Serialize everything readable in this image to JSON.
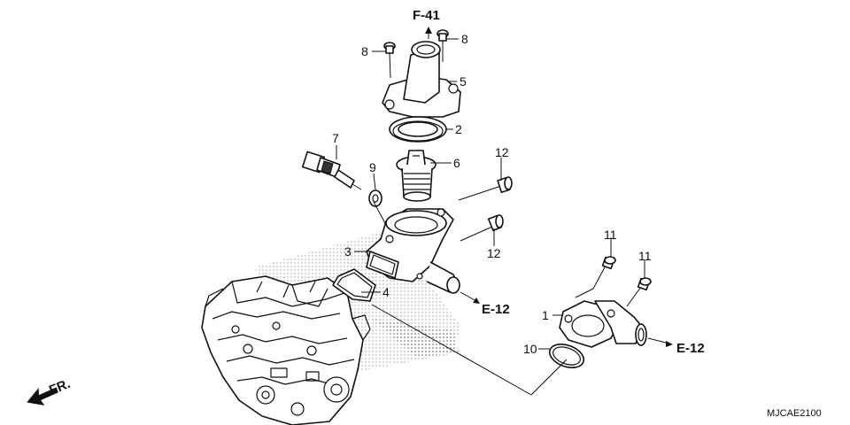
{
  "refs": {
    "f41": "F-41",
    "e12_upper": "E-12",
    "e12_lower": "E-12",
    "fr": "FR."
  },
  "callouts": [
    {
      "id": "8a",
      "label": "8"
    },
    {
      "id": "8b",
      "label": "8"
    },
    {
      "id": "5",
      "label": "5"
    },
    {
      "id": "2",
      "label": "2"
    },
    {
      "id": "7",
      "label": "7"
    },
    {
      "id": "9",
      "label": "9"
    },
    {
      "id": "6",
      "label": "6"
    },
    {
      "id": "12a",
      "label": "12"
    },
    {
      "id": "12b",
      "label": "12"
    },
    {
      "id": "3",
      "label": "3"
    },
    {
      "id": "4",
      "label": "4"
    },
    {
      "id": "11a",
      "label": "11"
    },
    {
      "id": "11b",
      "label": "11"
    },
    {
      "id": "1",
      "label": "1"
    },
    {
      "id": "10",
      "label": "10"
    }
  ],
  "diagram_code": "MJCAE2100"
}
